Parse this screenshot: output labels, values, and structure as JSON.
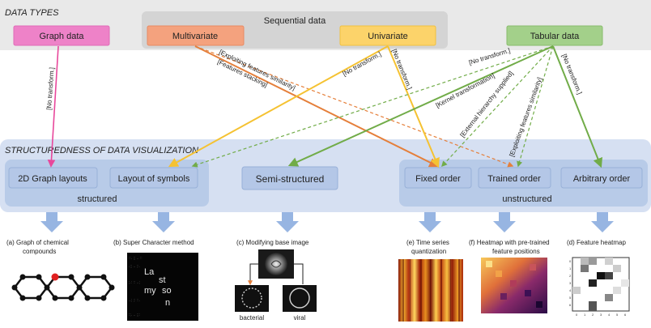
{
  "header": {
    "data_types": "DATA TYPES",
    "structuredness": "STRUCTUREDNESS OF DATA VISUALIZATION"
  },
  "inputs": {
    "sequential_label": "Sequential data",
    "graph": "Graph data",
    "multivariate": "Multivariate",
    "univariate": "Univariate",
    "tabular": "Tabular data"
  },
  "outputs": {
    "graph_layouts": "2D Graph layouts",
    "symbols": "Layout of symbols",
    "semi": "Semi-structured",
    "fixed": "Fixed order",
    "trained": "Trained order",
    "arbitrary": "Arbitrary order",
    "structured": "structured",
    "unstructured": "unstructured"
  },
  "edge_labels": {
    "graph_no_transform": "[No transform.]",
    "multi_similarity": "[Exploiting features similarity]",
    "multi_stacking": "[Features stacking]",
    "uni_no_transform_a": "[No transform.]",
    "uni_no_transform_b": "[No transform.]",
    "tab_no_transform_a": "[No transform.]",
    "tab_kernel": "[Kernel transformation]",
    "tab_hierarchy": "[External hierarchy supplied]",
    "tab_similarity": "[Exploiting features similarity]",
    "tab_no_transform_b": "[No transform.]"
  },
  "examples": {
    "a": "(a) Graph of chemical compounds",
    "b": "(b) Super Character method",
    "c": "(c) Modifying base image",
    "c_bacterial": "bacterial",
    "c_viral": "viral",
    "e": "(e) Time series quantization",
    "f": "(f) Heatmap with pre-trained feature positions",
    "d": "(d) Feature heatmap"
  },
  "super_character_glyphs": [
    "La",
    "st",
    "my",
    "so",
    "n"
  ],
  "feature_heatmap_axis": [
    "0",
    "1",
    "2",
    "3",
    "4",
    "5",
    "6"
  ],
  "colors": {
    "graph": "#ee82c8",
    "multivariate": "#f4a27e",
    "univariate": "#fcd36a",
    "tabular": "#a3d08a",
    "box_blue": "#b4c7e7",
    "band_blue": "#d6e0f2",
    "panel_blue": "#b8cbe8",
    "arrow_pink": "#e8479b",
    "arrow_orange": "#e57f3a",
    "arrow_yellow": "#f5c232",
    "arrow_green": "#71ac48",
    "down_arrow": "#97b5e2"
  }
}
